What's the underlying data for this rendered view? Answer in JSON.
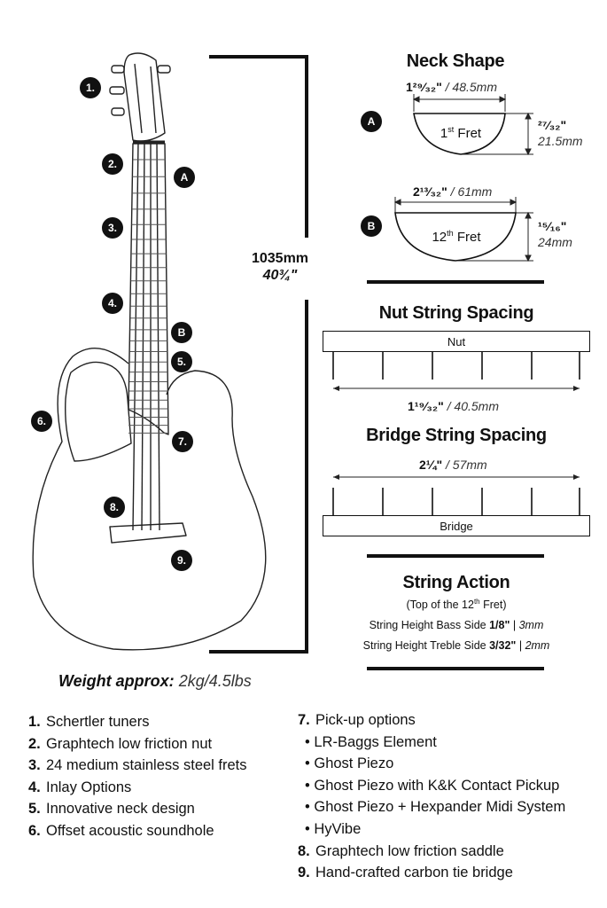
{
  "callouts": {
    "numbers": [
      "1.",
      "2.",
      "3.",
      "4.",
      "5.",
      "6.",
      "7.",
      "8.",
      "9."
    ],
    "letters": [
      "A",
      "B"
    ]
  },
  "length": {
    "mm": "1035mm",
    "inch": "40¾\""
  },
  "neck_shape": {
    "title": "Neck Shape",
    "first": {
      "badge": "A",
      "label_main": "1",
      "label_sup": "st",
      "label_tail": " Fret",
      "width_in": "1²⁹⁄₃₂\"",
      "width_mm": "/ 48.5mm",
      "depth_in": "²⁷⁄₃₂\"",
      "depth_mm": "21.5mm"
    },
    "twelfth": {
      "badge": "B",
      "label_main": "12",
      "label_sup": "th",
      "label_tail": " Fret",
      "width_in": "2¹³⁄₃₂\"",
      "width_mm": "/ 61mm",
      "depth_in": "¹⁵⁄₁₆\"",
      "depth_mm": "24mm"
    }
  },
  "nut_spacing": {
    "title": "Nut String Spacing",
    "strip_label": "Nut",
    "width_in": "1¹⁹⁄₃₂\"",
    "width_mm": "/ 40.5mm"
  },
  "bridge_spacing": {
    "title": "Bridge String Spacing",
    "strip_label": "Bridge",
    "width_in": "2¼\"",
    "width_mm": "/ 57mm"
  },
  "action": {
    "title": "String Action",
    "subtitle_pre": "(Top of the 12",
    "subtitle_sup": "th",
    "subtitle_post": " Fret)",
    "bass_label": "String Height Bass Side ",
    "bass_in": "1/8\"",
    "bass_mm": "3mm",
    "treble_label": "String Height Treble Side ",
    "treble_in": "3/32\"",
    "treble_mm": "2mm"
  },
  "weight": {
    "label": "Weight approx:",
    "value": "2kg/4.5lbs"
  },
  "features_left": [
    {
      "num": "1.",
      "text": "Schertler tuners"
    },
    {
      "num": "2.",
      "text": "Graphtech low friction nut"
    },
    {
      "num": "3.",
      "text": "24 medium stainless steel frets"
    },
    {
      "num": "4.",
      "text": "Inlay Options"
    },
    {
      "num": "5.",
      "text": "Innovative neck design"
    },
    {
      "num": "6.",
      "text": "Offset acoustic soundhole"
    }
  ],
  "features_right": {
    "pickup_num": "7.",
    "pickup_text": "Pick-up options",
    "options": [
      "LR-Baggs Element",
      "Ghost Piezo",
      "Ghost Piezo with K&K Contact Pickup",
      "Ghost Piezo + Hexpander Midi System",
      "HyVibe"
    ],
    "tail": [
      {
        "num": "8.",
        "text": "Graphtech low friction saddle"
      },
      {
        "num": "9.",
        "text": "Hand-crafted carbon tie bridge"
      }
    ]
  }
}
